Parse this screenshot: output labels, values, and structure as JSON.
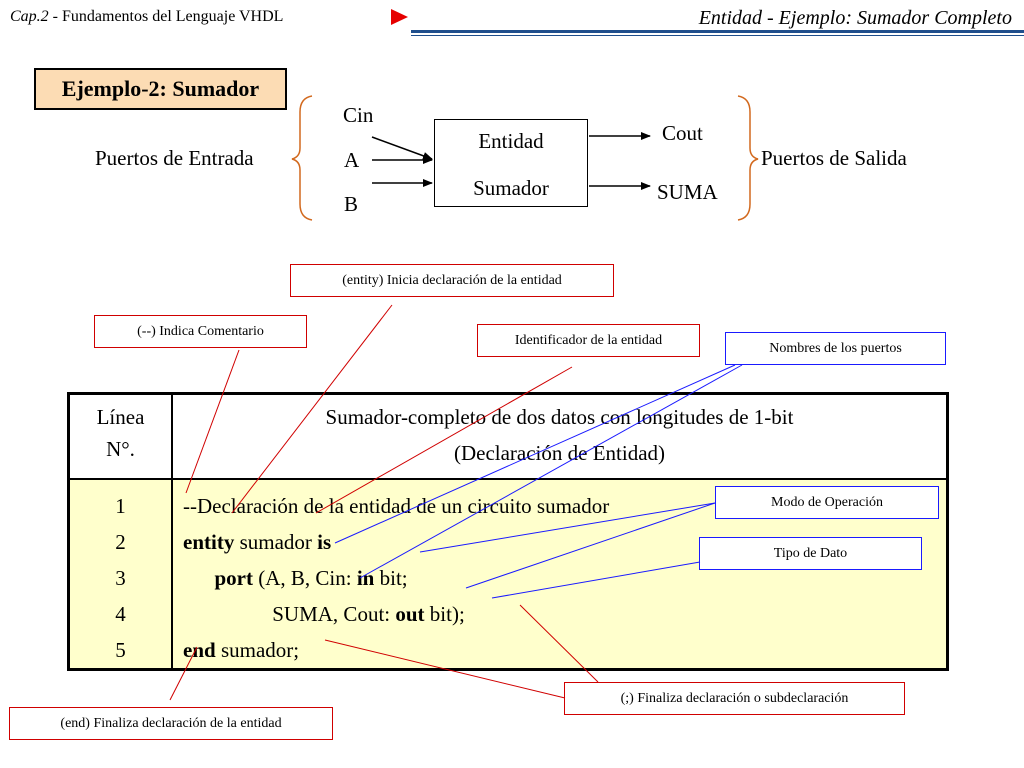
{
  "header": {
    "chapter": "Cap.2",
    "course": " - Fundamentos del Lenguaje VHDL",
    "slide_title": "Entidad - Ejemplo: Sumador Completo"
  },
  "example_tag": "Ejemplo-2: Sumador",
  "diagram": {
    "inputs_label": "Puertos de Entrada",
    "outputs_label": "Puertos de Salida",
    "input_ports": [
      "Cin",
      "A",
      "B"
    ],
    "output_ports": [
      "Cout",
      "SUMA"
    ],
    "entity_line1": "Entidad",
    "entity_line2": "Sumador"
  },
  "callouts": {
    "entity_kw": "(entity) Inicia declaración de la entidad",
    "comment": "(--) Indica Comentario",
    "identifier": "Identificador de la entidad",
    "port_names": "Nombres de los puertos",
    "mode": "Modo de Operación",
    "data_type": "Tipo de Dato",
    "semicolon": "(;) Finaliza declaración o subdeclaración",
    "end_kw": "(end) Finaliza declaración de la entidad"
  },
  "table": {
    "col1_header_l1": "Línea",
    "col1_header_l2": "N°.",
    "title_l1": "Sumador-completo de dos datos con longitudes de 1-bit",
    "title_l2": "(Declaración de Entidad)",
    "line_numbers": [
      "1",
      "2",
      "3",
      "4",
      "5"
    ],
    "code": {
      "l1": "--Declaración de la entidad de un circuito sumador",
      "l2_kw": "entity",
      "l2_name": " sumador ",
      "l2_kw2": "is",
      "l3_indent": "      ",
      "l3_kw": "port",
      "l3_ports": " (A, B, Cin: ",
      "l3_mode": "in",
      "l3_type": " bit;",
      "l4_indent": "                 ",
      "l4_ports": "SUMA, Cout: ",
      "l4_mode": "out",
      "l4_type": " bit);",
      "l5_kw": "end",
      "l5_name": " sumador;"
    }
  },
  "colors": {
    "accent_red": "#d00000",
    "accent_blue": "#1a1aff",
    "header_rule": "#1f4e8c",
    "tag_fill": "#fcdcb4",
    "code_fill": "#ffffcc",
    "brace": "#d2691e"
  }
}
